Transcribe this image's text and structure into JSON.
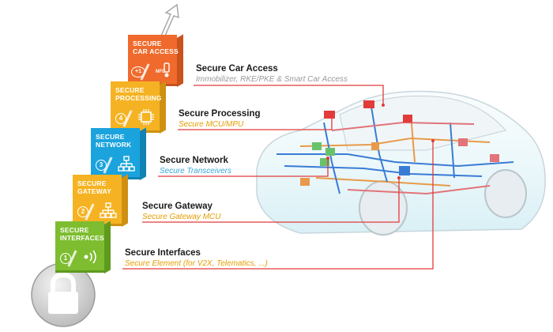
{
  "levels": [
    {
      "key": "access",
      "title1": "SECURE",
      "title2": "CAR ACCESS",
      "badge": "+1",
      "sub_icon": "NFC",
      "heading": "Secure Car Access",
      "subtitle": "Immobilizer, RKE/PKE & Smart Car Access",
      "color": "#ef6a2c",
      "side": "#c8531d",
      "sub_color": "#9a9a9a"
    },
    {
      "key": "processing",
      "title1": "SECURE",
      "title2": "PROCESSING",
      "badge": "4",
      "heading": "Secure Processing",
      "subtitle": "Secure MCU/MPU",
      "color": "#f5b323",
      "side": "#cf9012",
      "sub_color": "#e59d00"
    },
    {
      "key": "network",
      "title1": "SECURE",
      "title2": "NETWORK",
      "badge": "3",
      "heading": "Secure Network",
      "subtitle": "Secure Transceivers",
      "color": "#1aa3dd",
      "side": "#1182b4",
      "sub_color": "#3aa7d9"
    },
    {
      "key": "gateway",
      "title1": "SECURE",
      "title2": "GATEWAY",
      "badge": "2",
      "heading": "Secure Gateway",
      "subtitle": "Secure Gateway MCU",
      "color": "#f5b323",
      "side": "#cf9012",
      "sub_color": "#e59d00"
    },
    {
      "key": "interfaces",
      "title1": "SECURE",
      "title2": "INTERFACES",
      "badge": "1",
      "heading": "Secure Interfaces",
      "subtitle": "Secure Element (for V2X, Telematics, ...)",
      "color": "#7dbd2f",
      "side": "#5f9a1e",
      "sub_color": "#e59d00"
    }
  ],
  "connector_color": "#e23b3b",
  "icons": {
    "access": "key-fob-icon",
    "processing": "chip-icon",
    "network": "network-icon",
    "gateway": "network-icon",
    "interfaces": "wireless-icon",
    "lock": "padlock-icon",
    "arrow": "up-arrow-icon"
  }
}
